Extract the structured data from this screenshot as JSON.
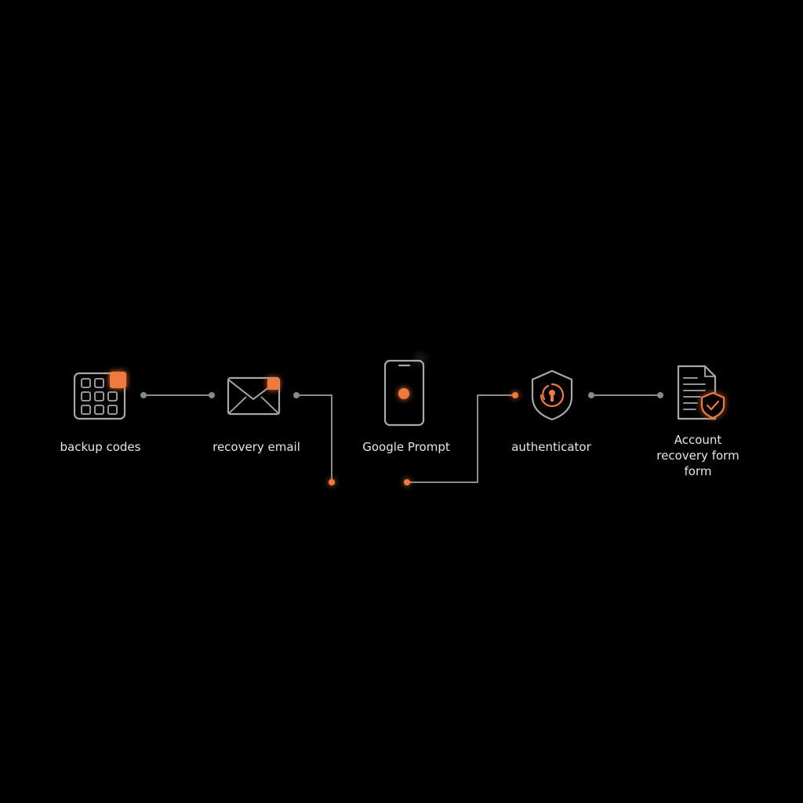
{
  "colors": {
    "background": "#000000",
    "accent": "#f07a3c",
    "icon_stroke": "#a8a8a8",
    "connector": "#8a8a8a",
    "label": "#e6e6e6"
  },
  "steps": [
    {
      "id": "backup-codes",
      "icon": "grid-keypad-icon",
      "label": "backup codes"
    },
    {
      "id": "recovery-email",
      "icon": "envelope-icon",
      "label": "recovery email"
    },
    {
      "id": "google-prompt",
      "icon": "smartphone-icon",
      "label": "Google Prompt"
    },
    {
      "id": "authenticator",
      "icon": "shield-keyhole-icon",
      "label": "authenticator"
    },
    {
      "id": "account-recovery-form",
      "icon": "document-shield-icon",
      "label_lines": [
        "Account",
        "recovery form",
        "form"
      ]
    }
  ]
}
